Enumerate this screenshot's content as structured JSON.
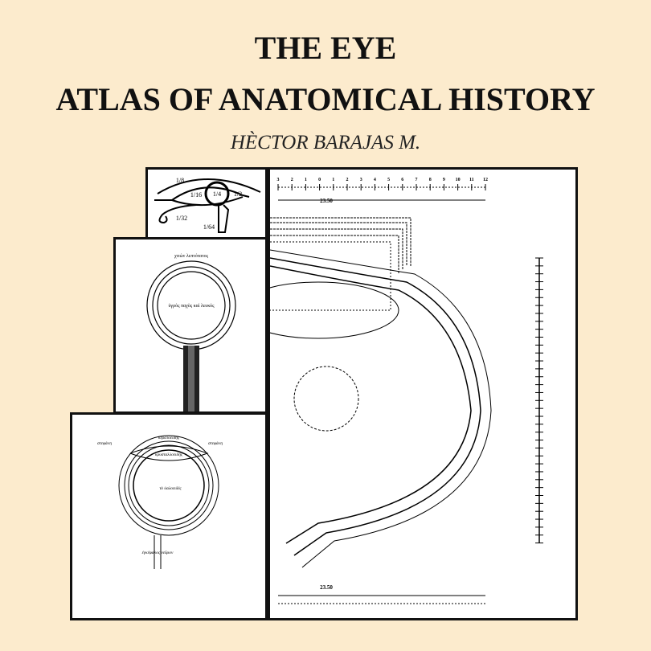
{
  "cover": {
    "title_line1": "THE EYE",
    "title_line2": "ATLAS OF ANATOMICAL HISTORY",
    "author": "HÈCTOR BARAJAS M."
  },
  "illustrations": {
    "horus_eye": {
      "fractions": [
        "1/8",
        "1/16",
        "1/4",
        "1/2",
        "1/32",
        "1/64"
      ]
    },
    "galen_eye": {
      "labels": [
        "χιτὼν λεπτότατος",
        "ὑγρὸς παχὺς καὶ λευκός"
      ]
    },
    "greek_eye": {
      "labels": [
        "κερατοειδής",
        "κρυσταλλοειδής",
        "τὸ ὑαλοειδές",
        "στεφάνη",
        "στεφάνη",
        "ἐγκέφαλος νεῦρον"
      ]
    },
    "schematic_eye": {
      "scale_ticks": [
        "3",
        "2",
        "1",
        "0",
        "1",
        "2",
        "3",
        "4",
        "5",
        "6",
        "7",
        "8",
        "9",
        "10",
        "11",
        "12"
      ],
      "dimension": "23.50"
    }
  }
}
